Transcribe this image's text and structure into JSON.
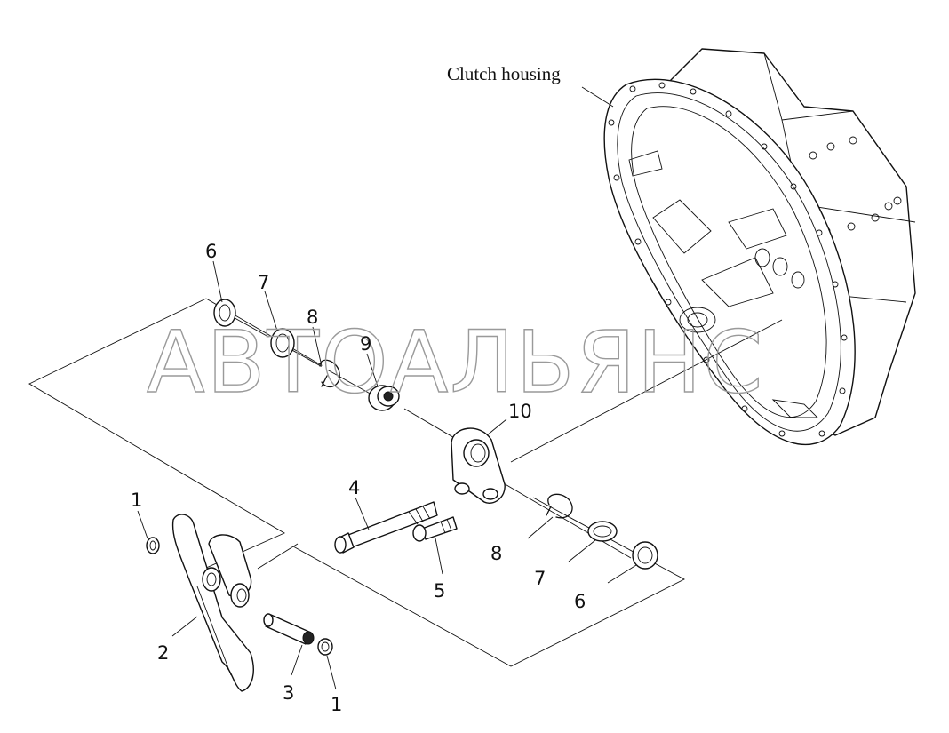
{
  "title": "Clutch housing",
  "watermark": "АВТОАЛЬЯНС",
  "callouts": {
    "c1a": "1",
    "c1b": "1",
    "c2": "2",
    "c3": "3",
    "c4": "4",
    "c5": "5",
    "c6a": "6",
    "c6b": "6",
    "c7a": "7",
    "c7b": "7",
    "c8a": "8",
    "c8b": "8",
    "c9": "9",
    "c10": "10"
  }
}
